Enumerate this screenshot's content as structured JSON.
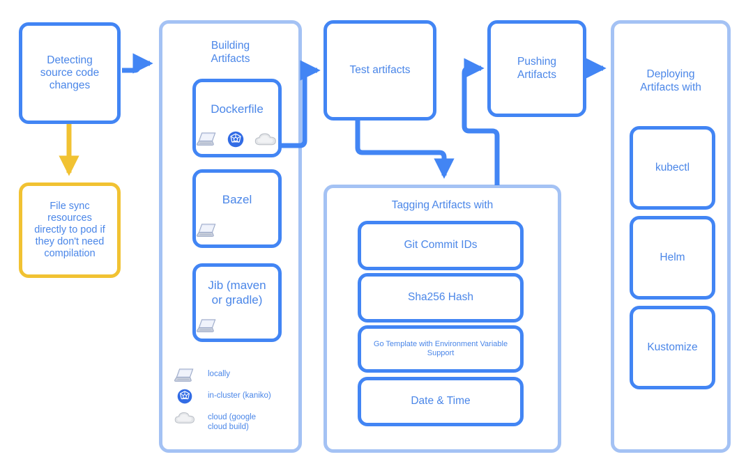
{
  "diagram": {
    "title": "Skaffold build-test-tag-push-deploy pipeline",
    "colors": {
      "node_border": "#4285f4",
      "container_border": "#a4c2f4",
      "accent_yellow": "#f1c232",
      "text_blue": "#4a86e8",
      "background": "#ffffff"
    }
  },
  "nodes": {
    "detecting": {
      "label": "Detecting\nsource code\nchanges"
    },
    "filesync": {
      "label": "File sync\nresources\ndirectly to pod if\nthey don't need\ncompilation"
    },
    "test": {
      "label": "Test artifacts"
    },
    "pushing": {
      "label": "Pushing\nArtifacts"
    }
  },
  "building": {
    "title": "Building\nArtifacts",
    "items": [
      {
        "label": "Dockerfile",
        "icons": [
          "laptop-icon",
          "kubernetes-icon",
          "cloud-icon"
        ]
      },
      {
        "label": "Bazel",
        "icons": [
          "laptop-icon"
        ]
      },
      {
        "label": "Jib (maven\nor gradle)",
        "icons": [
          "laptop-icon"
        ]
      }
    ],
    "legend": [
      {
        "icon": "laptop-icon",
        "label": "locally"
      },
      {
        "icon": "kubernetes-icon",
        "label": "in-cluster (kaniko)"
      },
      {
        "icon": "cloud-icon",
        "label": "cloud (google\ncloud build)"
      }
    ]
  },
  "tagging": {
    "title": "Tagging Artifacts with",
    "items": [
      {
        "label": "Git Commit IDs",
        "size": "large"
      },
      {
        "label": "Sha256 Hash",
        "size": "large"
      },
      {
        "label": "Go Template with Environment Variable Support",
        "size": "small"
      },
      {
        "label": "Date & Time",
        "size": "large"
      }
    ]
  },
  "deploying": {
    "title": "Deploying\nArtifacts with",
    "items": [
      {
        "label": "kubectl"
      },
      {
        "label": "Helm"
      },
      {
        "label": "Kustomize"
      }
    ]
  }
}
